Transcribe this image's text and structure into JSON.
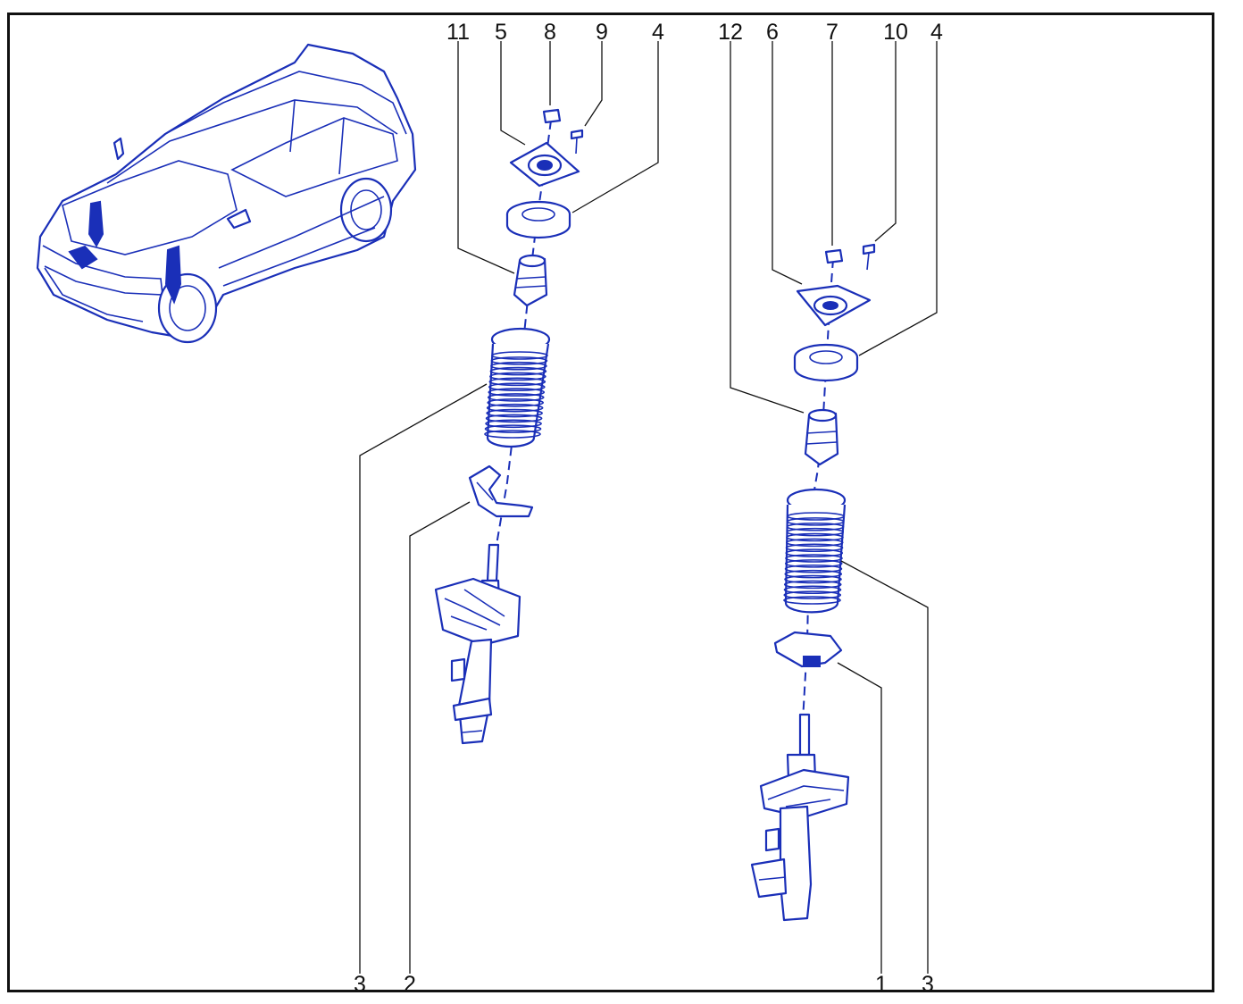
{
  "diagram": {
    "colors": {
      "line_art": "#1a2fb8",
      "frame": "#111111",
      "background": "#ffffff"
    },
    "callouts_top_left_group": [
      "11",
      "5",
      "8",
      "9",
      "4"
    ],
    "callouts_top_right_group": [
      "12",
      "6",
      "7",
      "10",
      "4"
    ],
    "callouts_bottom": [
      "3",
      "2",
      "1",
      "3"
    ],
    "labels": {
      "c11": "11",
      "c5": "5",
      "c8": "8",
      "c9": "9",
      "c4a": "4",
      "c12": "12",
      "c6": "6",
      "c7": "7",
      "c10": "10",
      "c4b": "4",
      "c3a": "3",
      "c2": "2",
      "c1": "1",
      "c3b": "3"
    },
    "parts": {
      "vehicle": "vehicle-illustration",
      "strut_left": "strut-assembly-left",
      "strut_right": "strut-assembly-right"
    }
  }
}
